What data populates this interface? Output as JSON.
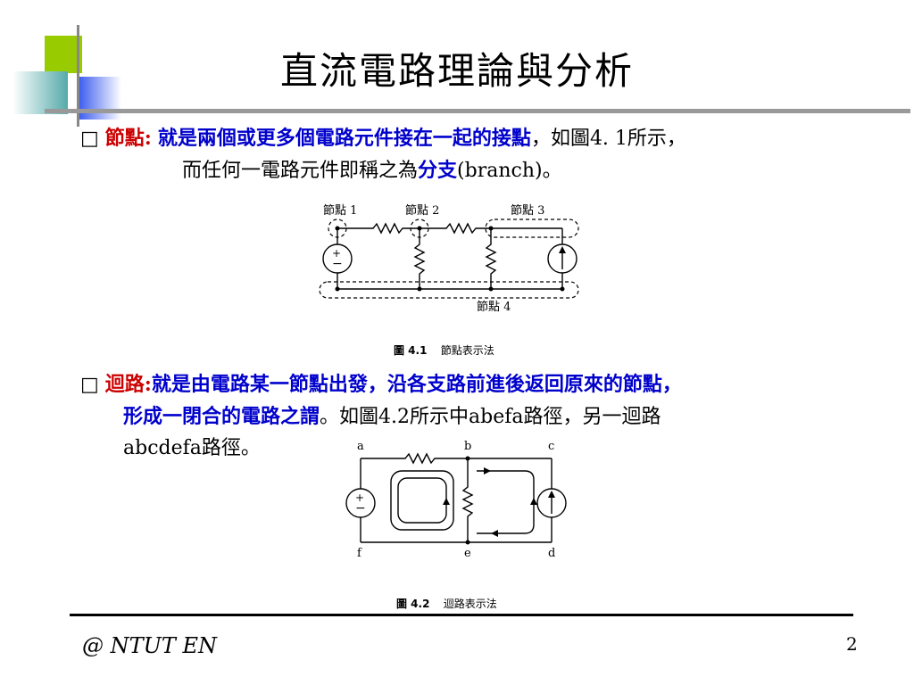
{
  "slide": {
    "title": "直流電路理論與分析",
    "bullet_glyph": "□",
    "para1": {
      "term": "節點:",
      "definition": "就是兩個或更多個電路元件接在一起的接點",
      "rest1": "，如圖4. 1所示，",
      "line2_pre": "而任何一電路元件即稱之為",
      "line2_term": "分支",
      "line2_post": "(branch)。"
    },
    "para2": {
      "term": "迴路:",
      "definition1": "就是由電路某一節點出發，沿各支路前進後返回原來的節點，",
      "definition2": "形成一閉合的電路之謂",
      "rest": "。如圖4.2所示中abefa路徑，另一迴路",
      "line3": "abcdefa路徑。"
    }
  },
  "figure1": {
    "labels": [
      "節點 1",
      "節點 2",
      "節點 3",
      "節點 4"
    ],
    "caption_num": "圖 4.1",
    "caption_text": "節點表示法"
  },
  "figure2": {
    "nodes": [
      "a",
      "b",
      "c",
      "d",
      "e",
      "f"
    ],
    "caption_num": "圖 4.2",
    "caption_text": "迴路表示法"
  },
  "footer": {
    "left": "@ NTUT  EN",
    "page": "2"
  },
  "colors": {
    "term_red": "#cc0000",
    "term_blue": "#0000cc",
    "deco_green": "#99cc00",
    "deco_blue": "#3355ee"
  }
}
